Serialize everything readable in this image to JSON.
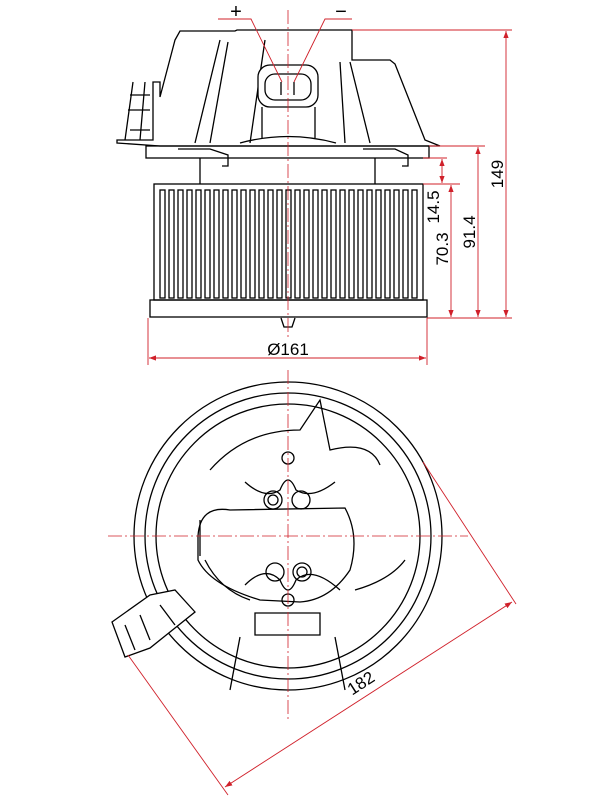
{
  "colors": {
    "outline": "#000000",
    "dimension": "#d0202a"
  },
  "side_view": {
    "terminal_plus": "+",
    "terminal_minus": "−",
    "dim_total_height": "149",
    "dim_fan_top_gap": "14.5",
    "dim_to_flange": "91.4",
    "dim_fan_height": "70.3",
    "dim_diameter": "Ø161"
  },
  "bottom_view": {
    "dim_overall_width": "182"
  }
}
